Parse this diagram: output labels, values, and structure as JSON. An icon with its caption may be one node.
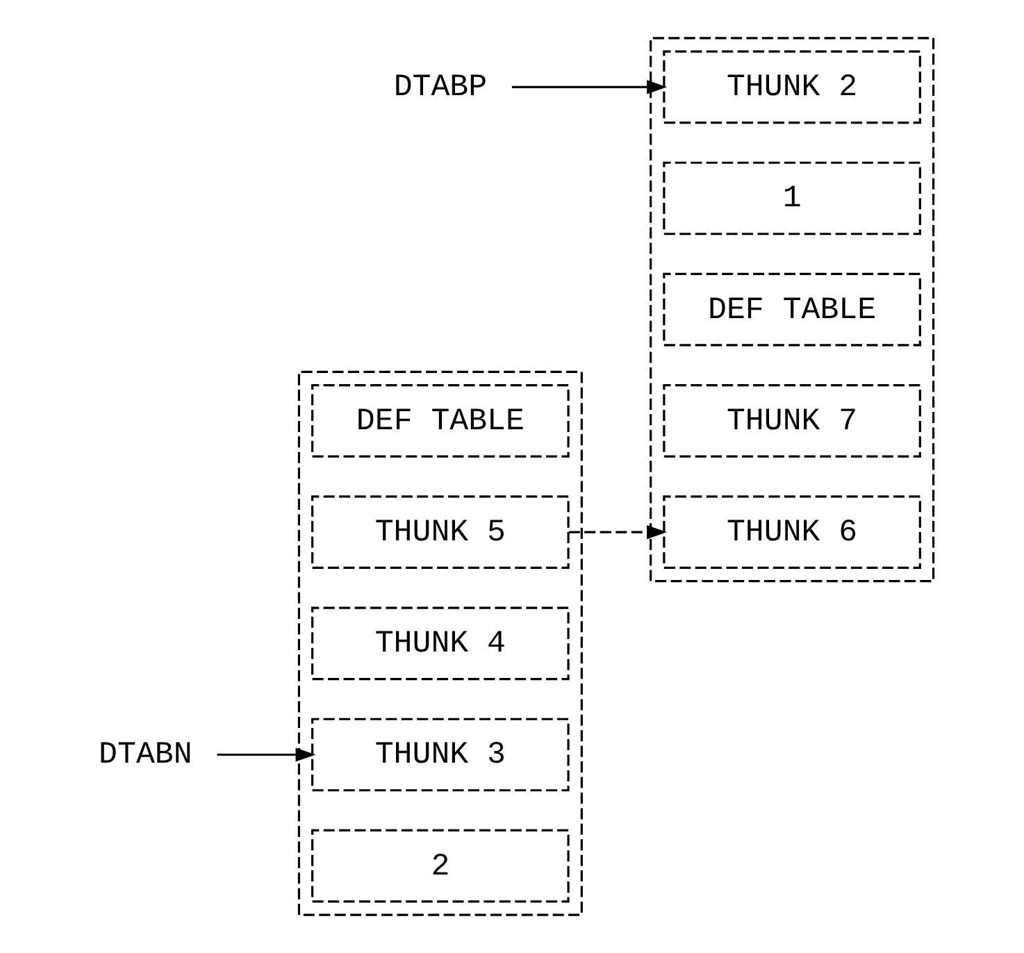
{
  "diagram": {
    "nodes": [
      {
        "text": [
          "DTABP"
        ]
      },
      {
        "text": [],
        "shape": "box"
      },
      {
        "text": [
          "1"
        ],
        "in": 1
      },
      {
        "text": [
          "THUNK 2"
        ],
        "in": 1
      },
      {
        "text": [
          "THUNK 6"
        ],
        "in": 1
      },
      {
        "text": [
          "THUNK 7"
        ],
        "in": 1
      },
      {
        "text": [
          "DEF TABLE"
        ],
        "in": 1
      },
      {
        "text": [
          "DTABN"
        ]
      },
      {
        "text": [],
        "shape": "box"
      },
      {
        "text": [
          "2"
        ],
        "in": 8
      },
      {
        "text": [
          "THUNK 3"
        ],
        "in": 8
      },
      {
        "text": [
          "THUNK 4"
        ],
        "in": 8
      },
      {
        "text": [
          "THUNK 5"
        ],
        "in": 8
      },
      {
        "text": [
          "DEF TABLE"
        ],
        "in": 8
      }
    ],
    "edges": [
      {
        "from": 0,
        "to": 3,
        "arrow": "to"
      },
      {
        "from": 12,
        "to": 4,
        "arrow": "to",
        "style": "dashed"
      },
      {
        "from": 7,
        "to": 10,
        "arrow": "to"
      }
    ]
  }
}
